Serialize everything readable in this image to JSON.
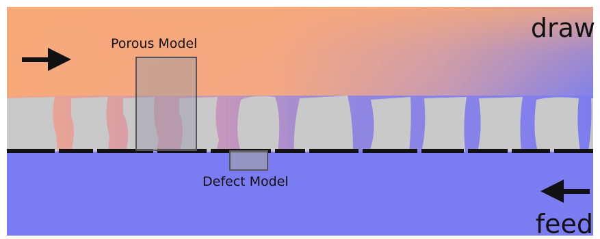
{
  "labels": {
    "draw": "draw",
    "feed": "feed",
    "porous_model": "Porous Model",
    "defect_model": "Defect Model"
  },
  "arrows": {
    "draw_direction": "right",
    "feed_direction": "left"
  },
  "colors": {
    "draw_side": "#f7a97a",
    "feed_side": "#7b7cf2",
    "particles": "#c9c9c9",
    "support_membrane": "#111111",
    "model_box": "#8e8e99"
  },
  "icons": {
    "draw_arrow": "arrow-right-icon",
    "feed_arrow": "arrow-left-icon"
  }
}
